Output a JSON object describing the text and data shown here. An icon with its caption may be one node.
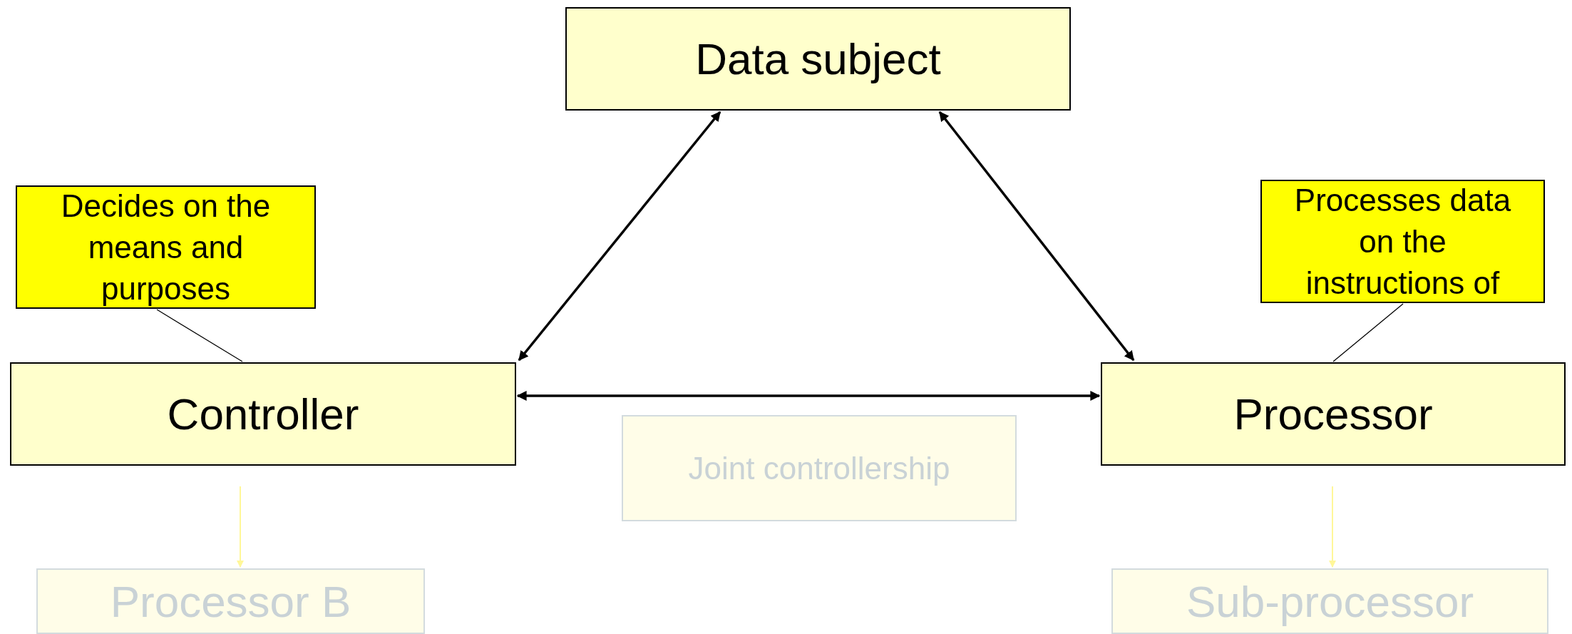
{
  "diagram": {
    "nodes": [
      {
        "text": [
          "Data subject"
        ]
      },
      {
        "text": [
          "Decides on the means and purposes"
        ]
      },
      {
        "text": [
          "Processes data on the instructions of"
        ]
      },
      {
        "text": [
          "Controller"
        ]
      },
      {
        "text": [
          "Processor"
        ]
      },
      {
        "text": [
          "Joint controllership"
        ]
      },
      {
        "text": [
          "Processor B"
        ]
      },
      {
        "text": [
          "Sub-processor"
        ]
      }
    ],
    "edges": [
      {
        "from": 0,
        "to": 3,
        "arrow": "both"
      },
      {
        "from": 0,
        "to": 4,
        "arrow": "both"
      },
      {
        "from": 3,
        "to": 4,
        "arrow": "both"
      },
      {
        "from": 1,
        "to": 3,
        "arrow": "none"
      },
      {
        "from": 2,
        "to": 4,
        "arrow": "none"
      },
      {
        "from": 3,
        "to": 6,
        "arrow": "to",
        "color": "#fff799"
      },
      {
        "from": 4,
        "to": 7,
        "arrow": "to",
        "color": "#fff799"
      }
    ]
  }
}
